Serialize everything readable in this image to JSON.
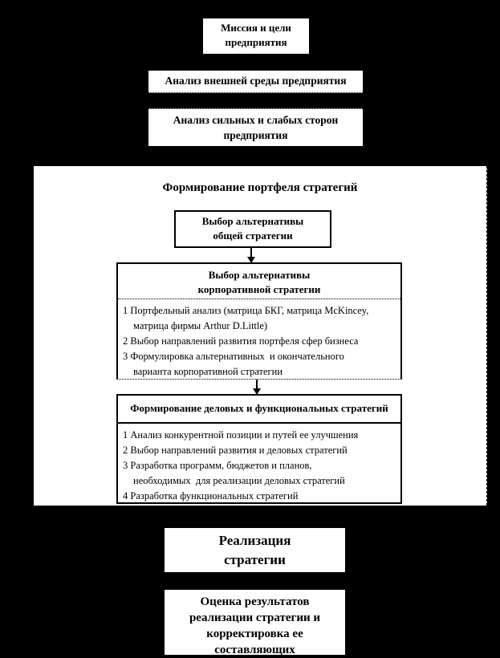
{
  "palette": {
    "background": "#000000",
    "box_background": "#ffffff",
    "border": "#000000",
    "text": "#000000"
  },
  "diagram": {
    "top": {
      "mission_box": "Миссия и цели\nпредприятия",
      "external_analysis_box": "Анализ внешней среды предприятия",
      "swot_box": "Анализ сильных и слабых сторон\nпредприятия"
    },
    "portfolio_section": {
      "title": "Формирование портфеля стратегий",
      "general_strategy_box": "Выбор альтернативы\nобщей стратегии",
      "corporate_box": {
        "header": "Выбор альтернативы\nкорпоративной стратегии",
        "lines": [
          {
            "text": "1 Портфельный анализ (матрица БКГ, матрица McKincey,"
          },
          {
            "text": "матрица фирмы Arthur D.Little)"
          },
          {
            "text": "2 Выбор направлений развития портфеля сфер бизнеса"
          },
          {
            "text": "3 Формулировка альтернативных  и окончательного"
          },
          {
            "text": "варианта корпоративной стратегии"
          }
        ]
      },
      "business_box": {
        "header": "Формирование деловых и функциональных стратегий",
        "lines": [
          {
            "text": "1 Анализ конкурентной позиции и путей ее улучшения"
          },
          {
            "text": "2 Выбор направлений развития и деловых стратегий"
          },
          {
            "text": "3 Разработка программ, бюджетов и планов,"
          },
          {
            "text": "необходимых  для реализации деловых стратегий"
          },
          {
            "text": "4 Разработка функциональных стратегий"
          }
        ]
      }
    },
    "bottom": {
      "implementation_box": "Реализация\nстратегии",
      "evaluation_box": "Оценка результатов\nреализации стратегии и\nкорректировка ее\nсоставляющих"
    }
  }
}
